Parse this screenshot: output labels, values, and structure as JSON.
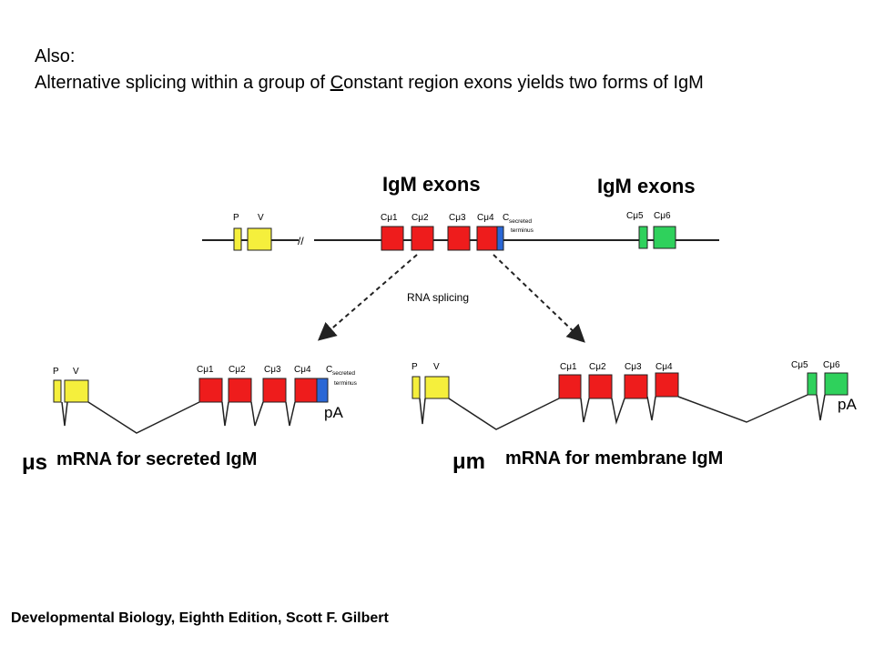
{
  "slide": {
    "line1": "Also:",
    "line2_pre": "Alternative splicing within a group of ",
    "line2_u": "C",
    "line2_post": "onstant region exons yields two forms of IgM",
    "citation": "Developmental Biology, Eighth Edition, Scott F. Gilbert"
  },
  "diagram": {
    "heading_left": "IgM exons",
    "heading_right": "IgM exons",
    "splicing_label": "RNA splicing",
    "exon_P": "P",
    "exon_V": "V",
    "c_mu1": "Cμ1",
    "c_mu2": "Cμ2",
    "c_mu3": "Cμ3",
    "c_mu4": "Cμ4",
    "c_mu5": "Cμ5",
    "c_mu6": "Cμ6",
    "c_secreted": "C",
    "secreted_sub1": "secreted",
    "secreted_sub2": "terminus",
    "pa_left": "pA",
    "pa_right": "pA",
    "mu_s": "μs",
    "mu_m": "μm",
    "mrna_secreted": "mRNA for secreted IgM",
    "mrna_membrane": "mRNA for membrane IgM"
  },
  "colors": {
    "yellow": "#f5ef3c",
    "red": "#ee1c1c",
    "blue": "#2a67d6",
    "green": "#2fd15c",
    "line": "#222222"
  }
}
